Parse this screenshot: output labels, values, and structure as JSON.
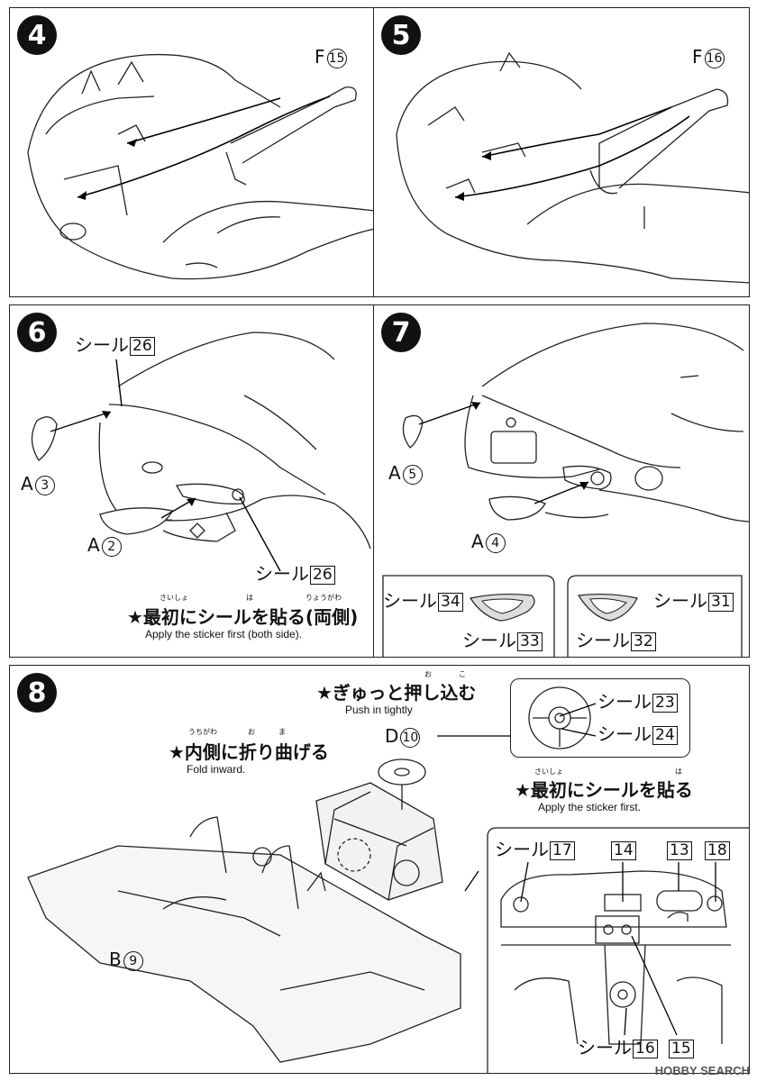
{
  "steps": {
    "s4": {
      "number": "4",
      "part_code": "F",
      "part_no": "15"
    },
    "s5": {
      "number": "5",
      "part_code": "F",
      "part_no": "16"
    },
    "s6": {
      "number": "6",
      "sticker_word": "シール",
      "sticker_top": "26",
      "sticker_bottom": "26",
      "partA3_code": "A",
      "partA3_no": "3",
      "partA2_code": "A",
      "partA2_no": "2",
      "note_jp": "★最初にシールを貼る(両側)",
      "note_ruby_1": "さいしょ",
      "note_ruby_2": "は",
      "note_ruby_3": "りょうがわ",
      "note_en": "Apply the sticker first (both side)."
    },
    "s7": {
      "number": "7",
      "partA5_code": "A",
      "partA5_no": "5",
      "partA4_code": "A",
      "partA4_no": "4",
      "left_box": {
        "sticker_a": "34",
        "sticker_b": "33"
      },
      "right_box": {
        "sticker_a": "31",
        "sticker_b": "32"
      },
      "sticker_word": "シール"
    },
    "s8": {
      "number": "8",
      "push_jp": "★ぎゅっと押し込む",
      "push_ruby_1": "お",
      "push_ruby_2": "こ",
      "push_en": "Push in tightly",
      "fold_jp": "★内側に折り曲げる",
      "fold_ruby_1": "うちがわ",
      "fold_ruby_2": "お",
      "fold_ruby_3": "ま",
      "fold_en": "Fold inward.",
      "d_code": "D",
      "d_no": "10",
      "b_code": "B",
      "b_no": "9",
      "wheel_stickers": [
        "23",
        "24"
      ],
      "apply_jp": "★最初にシールを貼る",
      "apply_ruby_1": "さいしょ",
      "apply_ruby_2": "は",
      "apply_en": "Apply the sticker first.",
      "dash_stickers": {
        "s17": "17",
        "s14": "14",
        "s13": "13",
        "s18": "18",
        "s16": "16",
        "s15": "15"
      },
      "sticker_word": "シール"
    }
  },
  "watermark": "HOBBY SEARCH"
}
